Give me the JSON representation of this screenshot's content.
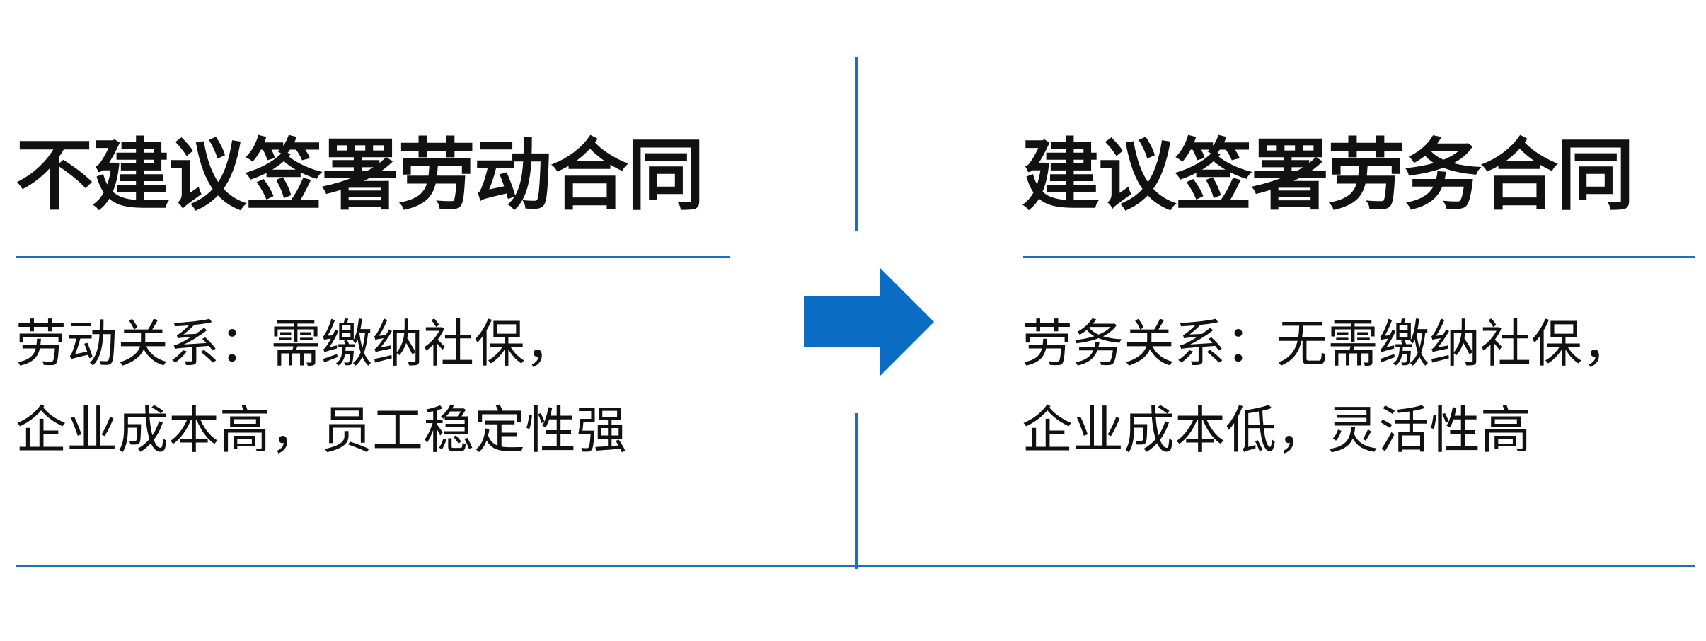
{
  "left": {
    "title": "不建议签署劳动合同",
    "lines": [
      "劳动关系：需缴纳社保，",
      "企业成本高，员工稳定性强"
    ]
  },
  "right": {
    "title": "建议签署劳务合同",
    "lines": [
      "劳务关系：无需缴纳社保，",
      "企业成本低，灵活性高"
    ]
  },
  "colors": {
    "accent": "#1a6fc2",
    "arrow": "#0b6cc4"
  }
}
